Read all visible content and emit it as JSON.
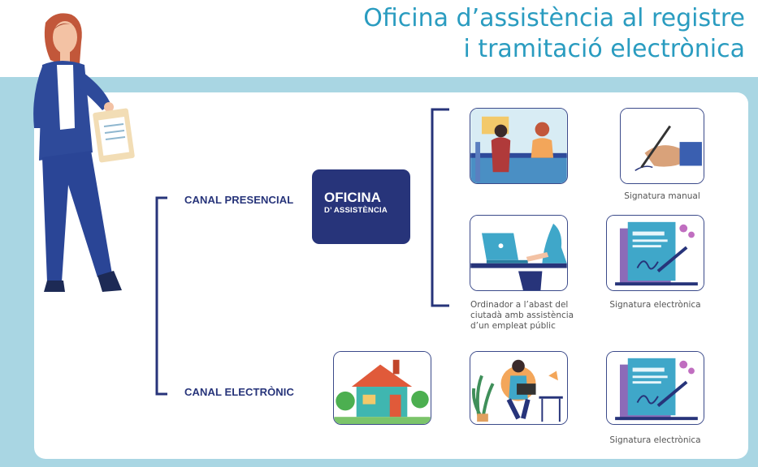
{
  "title": {
    "line1": "Oficina d’assistència al registre",
    "line2": "i tramitació electrònica"
  },
  "channels": {
    "presencial": "CANAL PRESENCIAL",
    "electronic": "CANAL ELECTRÒNIC"
  },
  "oficina": {
    "line1": "OFICINA",
    "line2": "D’ ASSISTÈNCIA"
  },
  "captions": {
    "signatura_manual": "Signatura manual",
    "ordinador_l1": "Ordinador a l’abast del",
    "ordinador_l2": "ciutadà amb assistència",
    "ordinador_l3": "d’un empleat públic",
    "signatura_electronica_1": "Signatura electrònica",
    "signatura_electronica_2": "Signatura electrònica"
  },
  "colors": {
    "title": "#2a9cc0",
    "navy": "#27347a",
    "band": "#a9d6e3"
  },
  "icons": [
    "woman-with-clipboard-illustration",
    "reception-desk-illustration",
    "hand-signing-pen-icon",
    "laptop-assistance-illustration",
    "electronic-signature-document-icon",
    "house-icon",
    "person-with-laptop-illustration"
  ]
}
